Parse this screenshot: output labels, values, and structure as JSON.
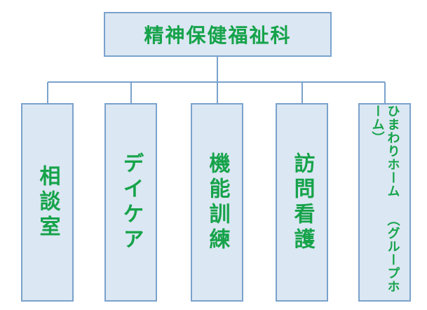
{
  "diagram": {
    "root": {
      "label": "精神保健福祉科"
    },
    "children": [
      {
        "label": "相談室"
      },
      {
        "label": "デイケア"
      },
      {
        "label": "機能訓練"
      },
      {
        "label": "訪問看護"
      },
      {
        "label": "ひまわりホーム",
        "sublabel": "（グループホーム）"
      }
    ],
    "colors": {
      "box_fill": "#dbe7f3",
      "box_border": "#7aa2cc",
      "text": "#16a34a",
      "connector": "#7aa2cc"
    }
  }
}
